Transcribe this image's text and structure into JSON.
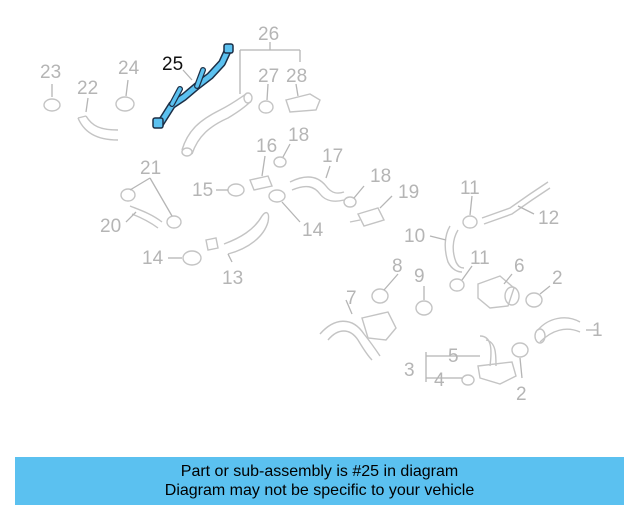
{
  "highlight_color": "#5bc1f0",
  "highlighted_part": "25",
  "labels": {
    "l1": "1",
    "l2a": "2",
    "l2b": "2",
    "l3": "3",
    "l4": "4",
    "l5": "5",
    "l6": "6",
    "l7": "7",
    "l8": "8",
    "l9": "9",
    "l10": "10",
    "l11a": "11",
    "l11b": "11",
    "l12": "12",
    "l13": "13",
    "l14a": "14",
    "l14b": "14",
    "l15": "15",
    "l16": "16",
    "l17": "17",
    "l18a": "18",
    "l18b": "18",
    "l19": "19",
    "l20": "20",
    "l21": "21",
    "l22": "22",
    "l23": "23",
    "l24": "24",
    "l25": "25",
    "l26": "26",
    "l27": "27",
    "l28": "28"
  },
  "banner": {
    "line1": "Part or sub-assembly is #25 in diagram",
    "line2": "Diagram may not be specific to your vehicle"
  }
}
